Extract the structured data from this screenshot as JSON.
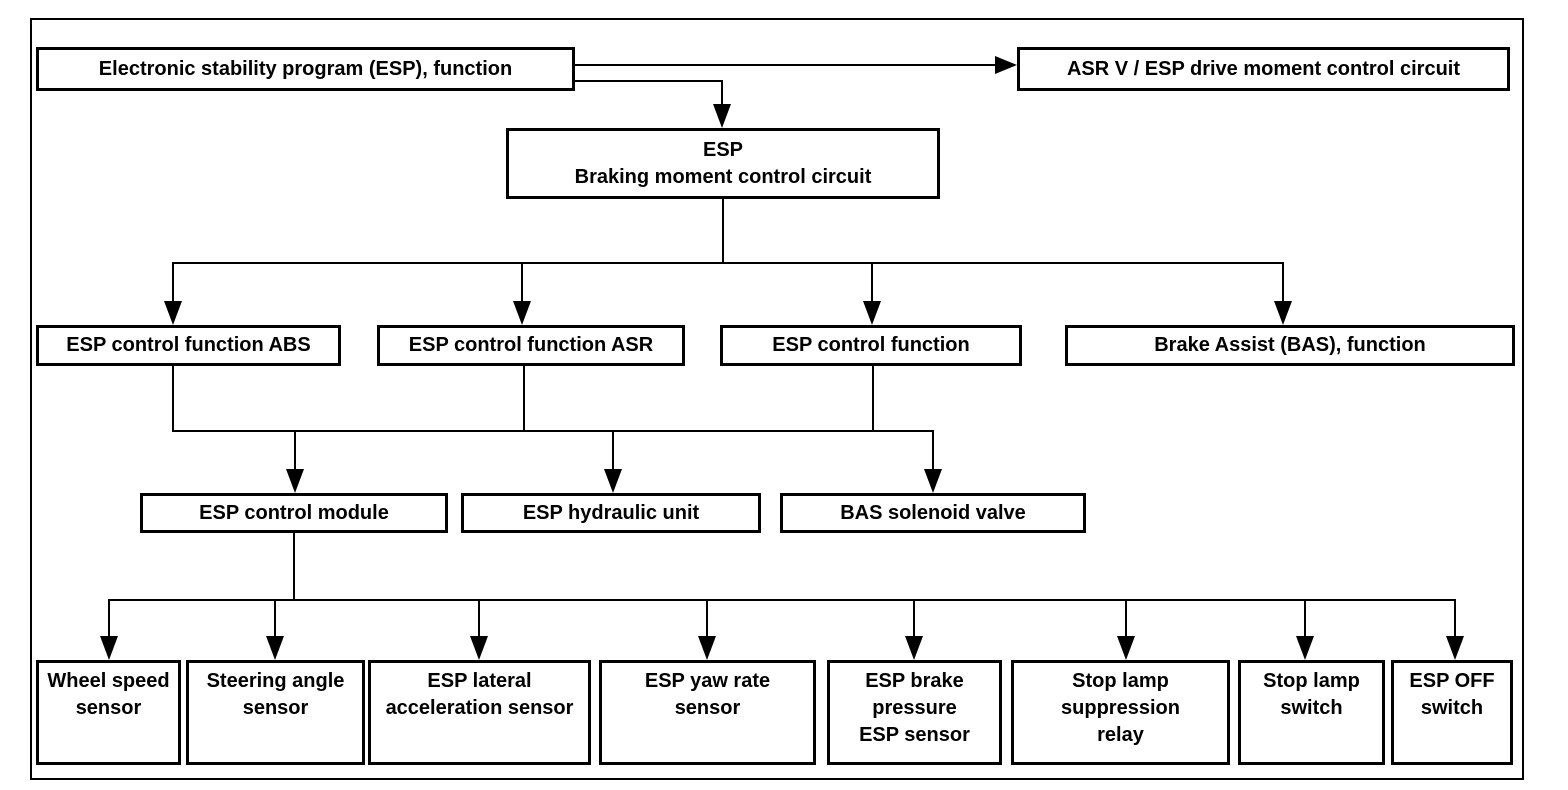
{
  "diagram": {
    "title": "ESP function flowchart",
    "colors": {
      "background": "#ffffff",
      "line": "#000000",
      "box_border": "#000000",
      "text": "#000000"
    },
    "nodes": {
      "esp_function": {
        "label": "Electronic stability program (ESP), function"
      },
      "asr_v_drive_moment": {
        "label": "ASR V / ESP drive moment control circuit"
      },
      "esp_braking_moment": {
        "label": "ESP\nBraking moment control circuit"
      },
      "esp_control_function_abs": {
        "label": "ESP control function ABS"
      },
      "esp_control_function_asr": {
        "label": "ESP control function ASR"
      },
      "esp_control_function": {
        "label": "ESP control function"
      },
      "brake_assist": {
        "label": "Brake Assist (BAS), function"
      },
      "esp_control_module": {
        "label": "ESP control module"
      },
      "esp_hydraulic_unit": {
        "label": "ESP hydraulic unit"
      },
      "bas_solenoid_valve": {
        "label": "BAS solenoid valve"
      },
      "wheel_speed_sensor": {
        "label": "Wheel speed\nsensor"
      },
      "steering_angle_sensor": {
        "label": "Steering angle\nsensor"
      },
      "esp_lateral_acceleration_sensor": {
        "label": "ESP lateral\nacceleration sensor"
      },
      "esp_yaw_rate_sensor": {
        "label": "ESP yaw rate\nsensor"
      },
      "esp_brake_pressure_sensor": {
        "label": "ESP brake\npressure\nESP sensor"
      },
      "stop_lamp_suppression_relay": {
        "label": "Stop lamp\nsuppression\nrelay"
      },
      "stop_lamp_switch": {
        "label": "Stop lamp\nswitch"
      },
      "esp_off_switch": {
        "label": "ESP OFF\nswitch"
      }
    },
    "edges": [
      {
        "from": [
          "esp_function"
        ],
        "to": [
          "asr_v_drive_moment"
        ]
      },
      {
        "from": [
          "esp_function"
        ],
        "to": [
          "esp_braking_moment"
        ]
      },
      {
        "from": [
          "esp_braking_moment"
        ],
        "to": [
          "esp_control_function_abs",
          "esp_control_function_asr",
          "esp_control_function",
          "brake_assist"
        ]
      },
      {
        "from": [
          "esp_control_function_abs",
          "esp_control_function_asr",
          "esp_control_function"
        ],
        "to": [
          "esp_control_module",
          "esp_hydraulic_unit",
          "bas_solenoid_valve"
        ]
      },
      {
        "from": [
          "esp_control_module"
        ],
        "to": [
          "wheel_speed_sensor",
          "steering_angle_sensor",
          "esp_lateral_acceleration_sensor",
          "esp_yaw_rate_sensor",
          "esp_brake_pressure_sensor",
          "stop_lamp_suppression_relay",
          "stop_lamp_switch",
          "esp_off_switch"
        ]
      }
    ]
  }
}
